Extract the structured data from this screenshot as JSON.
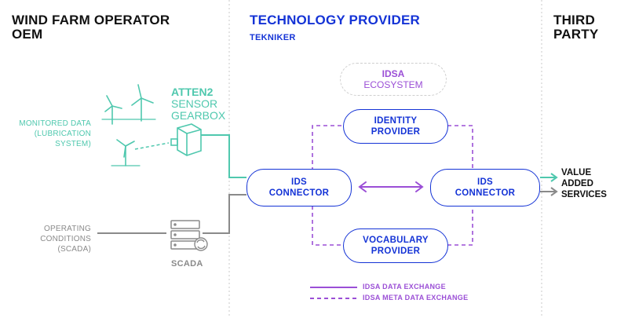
{
  "columns": {
    "left": {
      "title_line1": "WIND FARM OPERATOR",
      "title_line2": "OEM"
    },
    "middle": {
      "title": "TECHNOLOGY PROVIDER",
      "subtitle": "TEKNIKER"
    },
    "right": {
      "title_line1": "THIRD",
      "title_line2": "PARTY"
    }
  },
  "sensor": {
    "line1": "ATTEN2",
    "line2": "SENSOR",
    "line3": "GEARBOX"
  },
  "monitored": {
    "line1": "MONITORED DATA",
    "line2": "(LUBRICATION",
    "line3": "SYSTEM)"
  },
  "operating": {
    "line1": "OPERATING",
    "line2": "CONDITIONS",
    "line3": "(SCADA)"
  },
  "scada": {
    "label": "SCADA"
  },
  "ecosystem": {
    "line1": "IDSA",
    "line2": "ECOSYSTEM"
  },
  "identity": {
    "line1": "IDENTITY",
    "line2": "PROVIDER"
  },
  "vocabulary": {
    "line1": "VOCABULARY",
    "line2": "PROVIDER"
  },
  "connector_left": {
    "line1": "IDS",
    "line2": "CONNECTOR"
  },
  "connector_right": {
    "line1": "IDS",
    "line2": "CONNECTOR"
  },
  "value": {
    "line1": "VALUE",
    "line2": "ADDED",
    "line3": "SERVICES"
  },
  "legend": {
    "solid": "IDSA DATA EXCHANGE",
    "dashed": "IDSA META DATA EXCHANGE"
  },
  "colors": {
    "blue": "#1433d6",
    "teal": "#4fc8ae",
    "purple": "#9b4fd6",
    "grey": "#8a8a8a"
  },
  "icons": [
    "wind-turbine-icon",
    "gearbox-sensor-icon",
    "server-icon",
    "sync-icon"
  ]
}
